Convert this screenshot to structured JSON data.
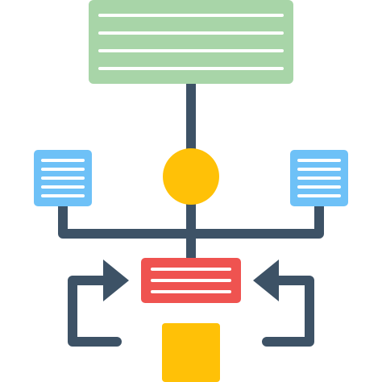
{
  "diagram": {
    "type": "flowchart-icon",
    "nodes": [
      {
        "id": "top-document-box",
        "shape": "rectangle",
        "text_lines": 4,
        "color": "#A8D5A8"
      },
      {
        "id": "center-circle-node",
        "shape": "circle",
        "color": "#FFC107"
      },
      {
        "id": "left-document-box",
        "shape": "rectangle",
        "text_lines": 5,
        "color": "#6EC1F7"
      },
      {
        "id": "right-document-box",
        "shape": "rectangle",
        "text_lines": 5,
        "color": "#6EC1F7"
      },
      {
        "id": "bottom-red-box",
        "shape": "rectangle",
        "text_lines": 3,
        "color": "#EF5350"
      },
      {
        "id": "bottom-yellow-square",
        "shape": "square",
        "color": "#FFC107"
      }
    ],
    "connectors": [
      {
        "from": "top-document-box",
        "to": "center-circle-node"
      },
      {
        "from": "center-circle-node",
        "to": "bottom-red-box"
      },
      {
        "from": "left-document-box",
        "to": "right-document-box",
        "via": "horizontal-bus"
      },
      {
        "from": "bottom-yellow-square",
        "to": "bottom-red-box",
        "side": "left",
        "arrow": "right-arrow-icon"
      },
      {
        "from": "bottom-yellow-square",
        "to": "bottom-red-box",
        "side": "right",
        "arrow": "left-arrow-icon"
      }
    ],
    "colors": {
      "line": "#3D5266",
      "text_line": "#FFFFFF"
    }
  }
}
